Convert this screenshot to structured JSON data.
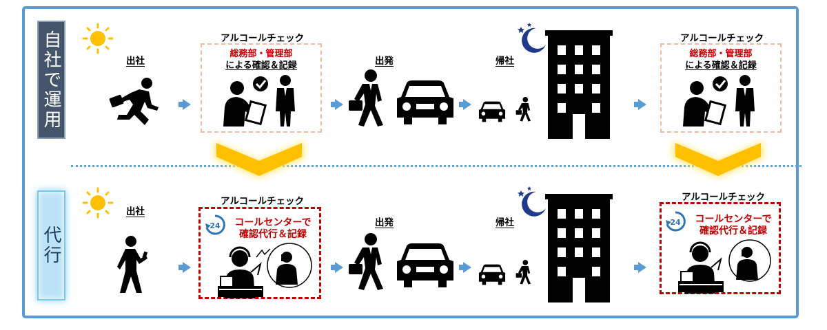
{
  "side_labels": {
    "top": "自社で運用",
    "bottom": "代行"
  },
  "top_row": {
    "depart_office": "出社",
    "check_title_1": "アルコールチェック",
    "check_desc_1": [
      "総務部・管理部",
      "による確認＆記録"
    ],
    "depart_car": "出発",
    "return_office": "帰社",
    "check_title_2": "アルコールチェック",
    "check_desc_2": [
      "総務部・管理部",
      "による確認＆記録"
    ]
  },
  "bottom_row": {
    "depart_office": "出社",
    "check_title_1": "アルコールチェック",
    "check_desc_1": [
      "コールセンターで",
      "確認代行＆記録"
    ],
    "depart_car": "出発",
    "return_office": "帰社",
    "check_title_2": "アルコールチェック",
    "check_desc_2": [
      "コールセンターで",
      "確認代行＆記録"
    ],
    "badge_24": "24"
  },
  "colors": {
    "frame": "#5b9bd5",
    "red_text": "#c00000",
    "peach_dashed": "#f4b89a",
    "chevron": "#ffc000",
    "sun": "#ffc000",
    "moon": "#1f3a8a"
  },
  "icons": [
    "sun-icon",
    "moon-icon",
    "running-man-icon",
    "walking-man-icon",
    "businessman-briefcase-icon",
    "car-front-icon",
    "office-building-icon",
    "inspection-check-icon",
    "call-center-operator-icon",
    "phone-caller-icon",
    "24h-clock-icon",
    "chevron-down-icon",
    "flow-arrow-icon"
  ]
}
